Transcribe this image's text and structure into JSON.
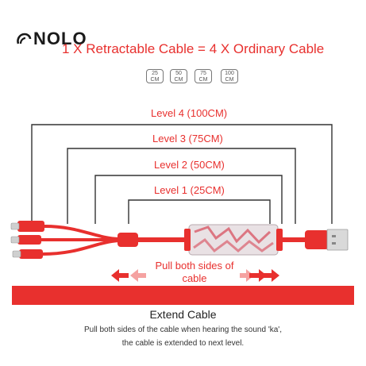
{
  "brand": {
    "name": "NOLO"
  },
  "headline": "1 X Retractable Cable = 4 X Ordinary Cable",
  "lengths": [
    {
      "value": "25",
      "unit": "CM"
    },
    {
      "value": "50",
      "unit": "CM"
    },
    {
      "value": "75",
      "unit": "CM"
    },
    {
      "value": "100",
      "unit": "CM"
    }
  ],
  "levels": [
    {
      "label": "Level 4 (100CM)"
    },
    {
      "label": "Level 3 (75CM)"
    },
    {
      "label": "Level 2 (50CM)"
    },
    {
      "label": "Level 1 (25CM)"
    }
  ],
  "pull_text": {
    "line1": "Pull both sides of",
    "line2": "cable"
  },
  "extend": {
    "title": "Extend Cable",
    "line1": "Pull both sides of the cable when hearing the sound 'ka',",
    "line2": "the cable is extended to next level."
  },
  "colors": {
    "accent": "#e8302e",
    "line": "#333333"
  },
  "icons": [
    "nolo-logo-icon",
    "arrow-left-icon",
    "arrow-right-icon",
    "usb-plug-icon"
  ]
}
